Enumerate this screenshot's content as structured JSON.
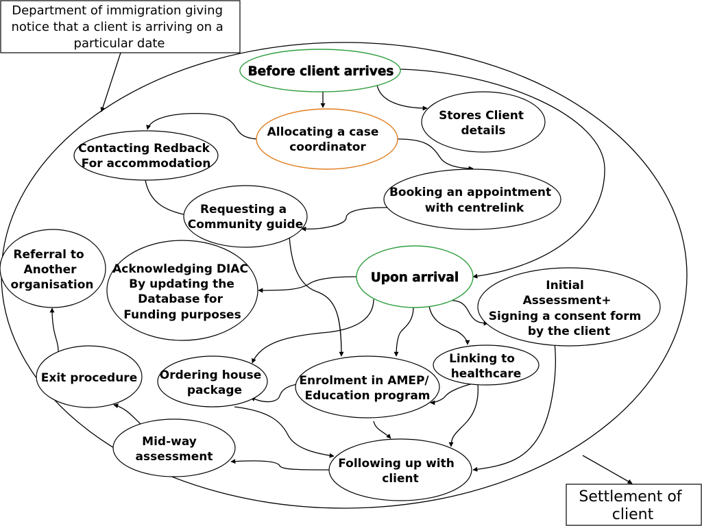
{
  "diagram": {
    "notice_box": {
      "lines": [
        "Department of immigration giving",
        "notice that a client is arriving on a",
        "particular date"
      ]
    },
    "settlement_box": {
      "lines": [
        "Settlement of",
        "client"
      ]
    },
    "nodes": {
      "before_client_arrives": {
        "lines": [
          "Before client arrives"
        ],
        "color": "#2e9e3e"
      },
      "stores_client_details": {
        "lines": [
          "Stores Client",
          "details"
        ]
      },
      "allocating_case_coordinator": {
        "lines": [
          "Allocating a case",
          "coordinator"
        ],
        "color": "#e07b1a"
      },
      "contacting_redback": {
        "lines": [
          "Contacting Redback",
          "For accommodation"
        ]
      },
      "booking_centrelink": {
        "lines": [
          "Booking an appointment",
          "with centrelink"
        ]
      },
      "requesting_community_guide": {
        "lines": [
          "Requesting a",
          "Community guide"
        ]
      },
      "referral_another_org": {
        "lines": [
          "Referral to",
          "Another",
          "organisation"
        ]
      },
      "acknowledging_diac": {
        "lines": [
          "Acknowledging DIAC",
          "By updating the",
          "Database for",
          "Funding purposes"
        ]
      },
      "upon_arrival": {
        "lines": [
          "Upon arrival"
        ],
        "color": "#2e9e3e"
      },
      "initial_assessment": {
        "lines": [
          "Initial",
          "Assessment+",
          "Signing a consent form",
          "by the client"
        ]
      },
      "linking_healthcare": {
        "lines": [
          "Linking to",
          "healthcare"
        ]
      },
      "exit_procedure": {
        "lines": [
          "Exit procedure"
        ]
      },
      "ordering_house_package": {
        "lines": [
          "Ordering house",
          "package"
        ]
      },
      "enrolment_amep": {
        "lines": [
          "Enrolment in AMEP/",
          "Education program"
        ]
      },
      "midway_assessment": {
        "lines": [
          "Mid-way",
          "assessment"
        ]
      },
      "following_up": {
        "lines": [
          "Following up with",
          "client"
        ]
      }
    }
  }
}
